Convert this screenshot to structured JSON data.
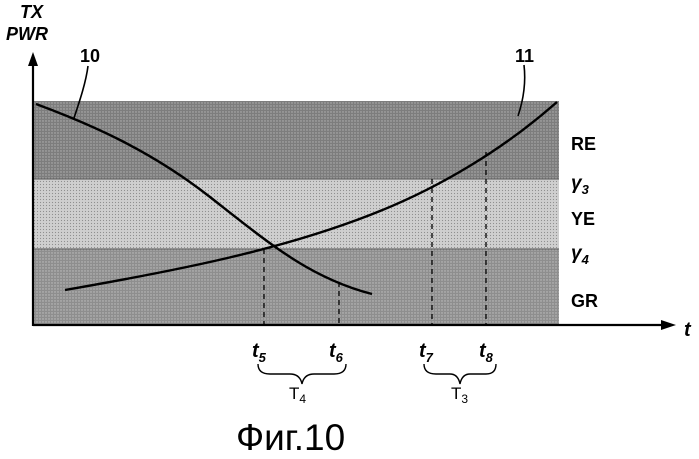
{
  "axes": {
    "y_label_line1": "TX",
    "y_label_line2": "PWR",
    "x_label": "t"
  },
  "curves": {
    "falling_label": "10",
    "rising_label": "11"
  },
  "zones": {
    "re": "RE",
    "ye": "YE",
    "gr": "GR"
  },
  "thresholds": {
    "y3_symbol": "γ",
    "y3_sub": "3",
    "y4_symbol": "γ",
    "y4_sub": "4"
  },
  "times": {
    "t5_base": "t",
    "t5_sub": "5",
    "t6_base": "t",
    "t6_sub": "6",
    "t7_base": "t",
    "t7_sub": "7",
    "t8_base": "t",
    "t8_sub": "8"
  },
  "intervals": {
    "T4_base": "T",
    "T4_sub": "4",
    "T3_base": "T",
    "T3_sub": "3"
  },
  "caption": "Фиг.10",
  "colors": {
    "zone_re": "#8c8c8c",
    "zone_ye": "#c8c8c8",
    "zone_gr": "#9a9a9a",
    "ink": "#000000"
  }
}
